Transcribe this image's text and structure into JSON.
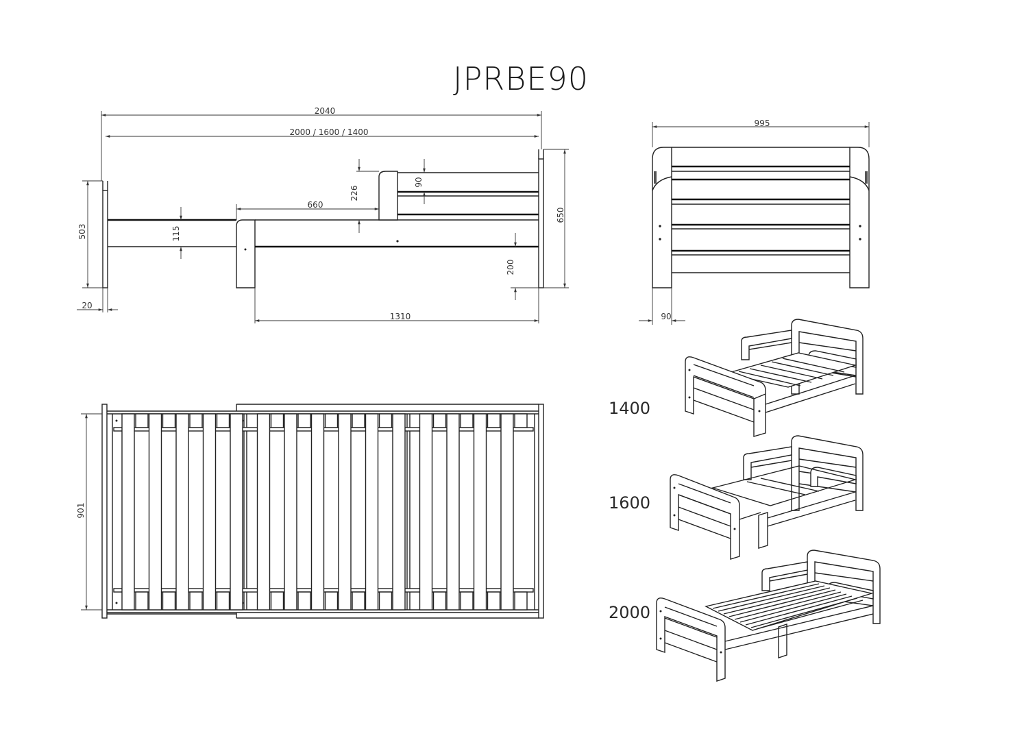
{
  "title": "JPRBE90",
  "dimensions": {
    "overall_length": "2040",
    "inner_lengths": "2000 / 1600 / 1400",
    "headboard_height": "503",
    "rail_height": "115",
    "extension_length": "660",
    "guard_height": "226",
    "top_rail": "90",
    "total_height": "650",
    "leg_height": "200",
    "post_thickness": "20",
    "base_length": "1310",
    "end_width": "995",
    "end_post": "90",
    "plan_width": "901"
  },
  "sizes": [
    {
      "label": "1400"
    },
    {
      "label": "1600"
    },
    {
      "label": "2000"
    }
  ]
}
